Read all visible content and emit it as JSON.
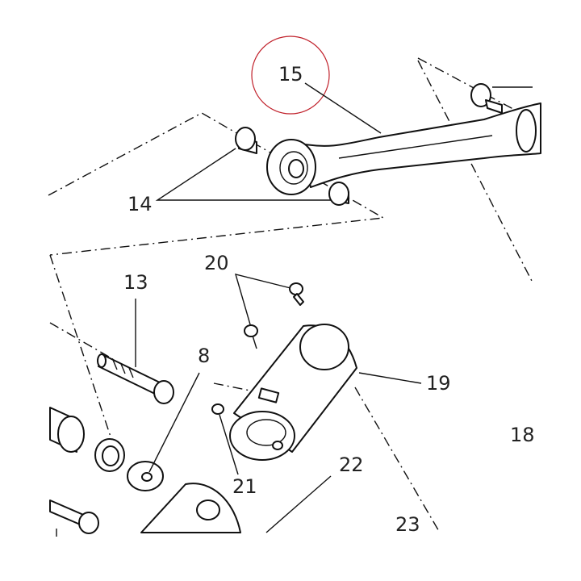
{
  "diagram": {
    "callouts": {
      "c15": "15",
      "c14": "14",
      "c20": "20",
      "c13": "13",
      "c8": "8",
      "c19": "19",
      "c18": "18",
      "c21": "21",
      "c22": "22",
      "c23": "23"
    },
    "highlight": {
      "part": "15",
      "color": "#c0202a"
    },
    "line_color": "#111111",
    "background": "#ffffff"
  }
}
